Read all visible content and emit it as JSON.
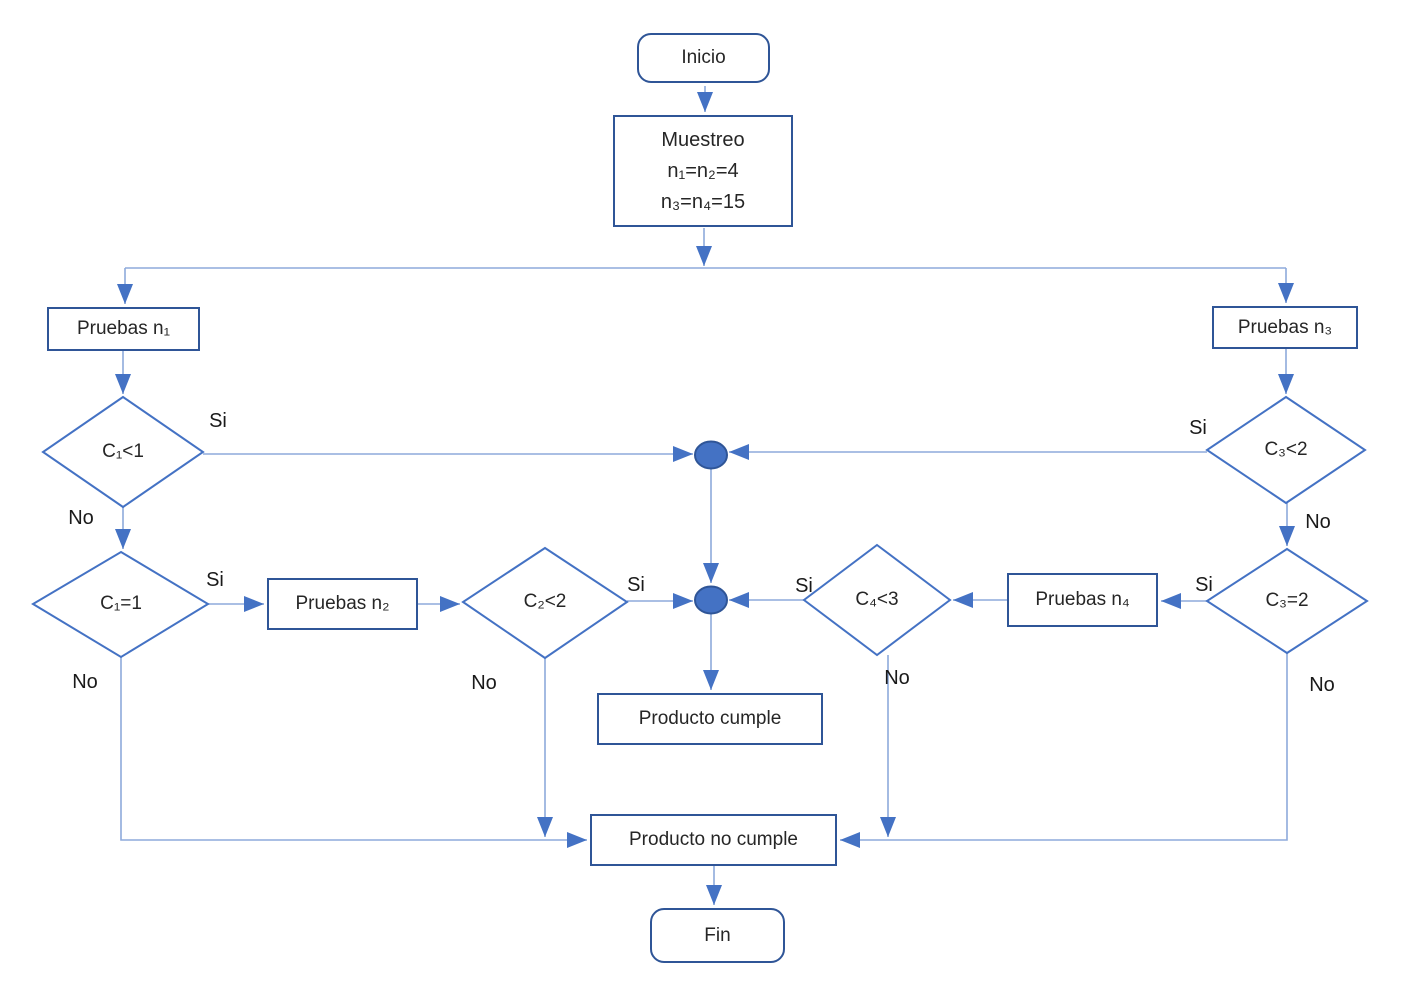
{
  "colors": {
    "shape_border": "#2F5597",
    "decision_border": "#4472C4",
    "connector_line": "#8EAADB",
    "arrowhead": "#4472C4",
    "junction_fill": "#4472C4",
    "text": "#262626"
  },
  "nodes": {
    "inicio": {
      "label": "Inicio"
    },
    "muestreo": {
      "lines": [
        "Muestreo",
        "n₁=n₂=4",
        "n₃=n₄=15"
      ]
    },
    "pruebas_n1": {
      "label": "Pruebas n₁"
    },
    "pruebas_n2": {
      "label": "Pruebas n₂"
    },
    "pruebas_n3": {
      "label": "Pruebas n₃"
    },
    "pruebas_n4": {
      "label": "Pruebas n₄"
    },
    "c1_lt1": {
      "label": "C₁<1"
    },
    "c1_eq1": {
      "label": "C₁=1"
    },
    "c2_lt2": {
      "label": "C₂<2"
    },
    "c3_lt2": {
      "label": "C₃<2"
    },
    "c3_eq2": {
      "label": "C₃=2"
    },
    "c4_lt3": {
      "label": "C₄<3"
    },
    "producto_cumple": {
      "label": "Producto cumple"
    },
    "producto_no_cumple": {
      "label": "Producto no cumple"
    },
    "fin": {
      "label": "Fin"
    }
  },
  "edge_labels": {
    "yes": "Si",
    "no": "No"
  }
}
